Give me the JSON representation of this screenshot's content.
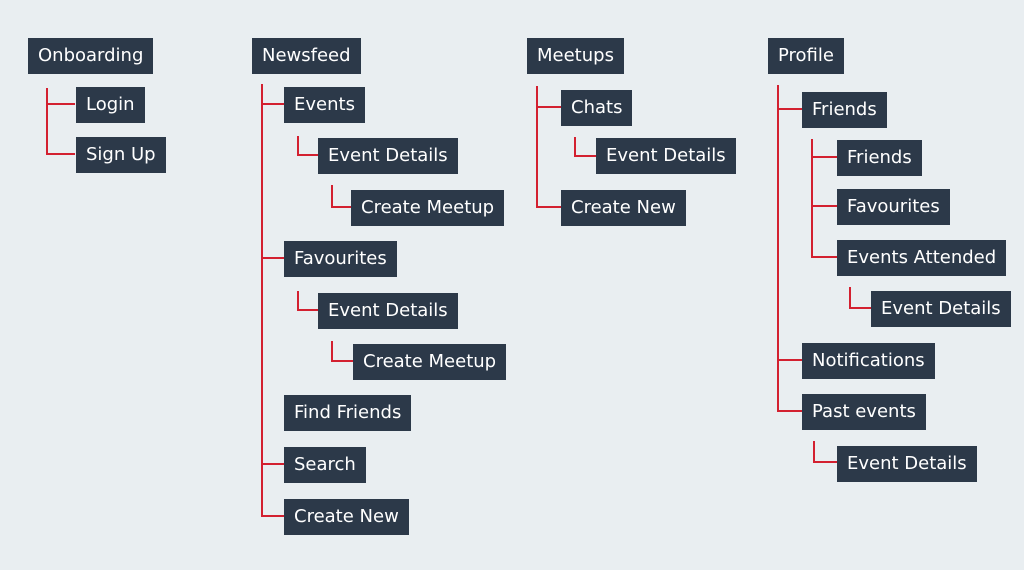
{
  "colors": {
    "background": "#e9eef1",
    "node_fill": "#2c3949",
    "node_text": "#ffffff",
    "connector": "#d32030"
  },
  "sitemap": {
    "onboarding": {
      "label": "Onboarding",
      "children": {
        "login": "Login",
        "signup": "Sign Up"
      }
    },
    "newsfeed": {
      "label": "Newsfeed",
      "events": {
        "label": "Events",
        "event_details": "Event Details",
        "create_meetup": "Create Meetup"
      },
      "favourites": {
        "label": "Favourites",
        "event_details": "Event Details",
        "create_meetup": "Create Meetup"
      },
      "find_friends": "Find Friends",
      "search": "Search",
      "create_new": "Create New"
    },
    "meetups": {
      "label": "Meetups",
      "chats": {
        "label": "Chats",
        "event_details": "Event Details"
      },
      "create_new": "Create New"
    },
    "profile": {
      "label": "Profile",
      "friends": {
        "label": "Friends",
        "friends": "Friends",
        "favourites": "Favourites",
        "events_attended": {
          "label": "Events Attended",
          "event_details": "Event Details"
        }
      },
      "notifications": "Notifications",
      "past_events": {
        "label": "Past events",
        "event_details": "Event Details"
      }
    }
  }
}
